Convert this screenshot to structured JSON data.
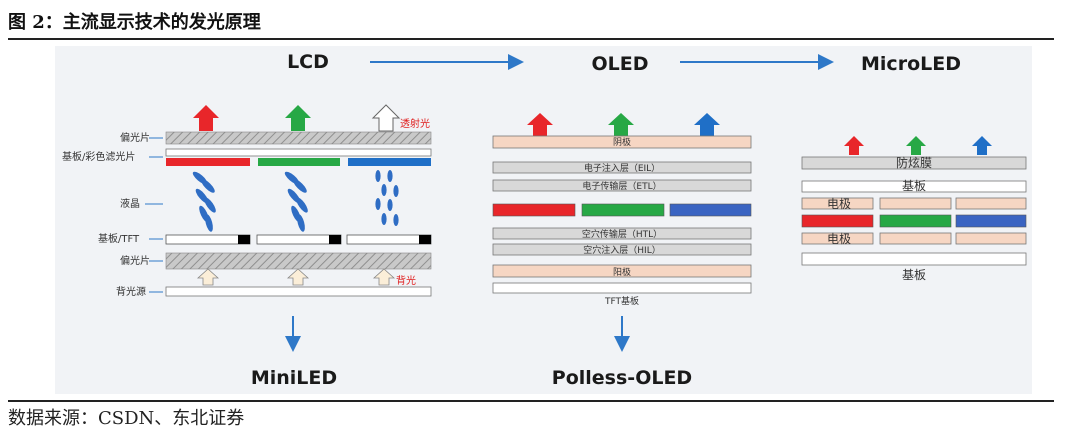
{
  "header": {
    "title": "图 2：主流显示技术的发光原理"
  },
  "footer": {
    "source": "数据来源：CSDN、东北证券"
  },
  "diagram": {
    "tech": {
      "lcd": "LCD",
      "oled": "OLED",
      "microled": "MicroLED",
      "miniled": "MiniLED",
      "polless": "Polless-OLED"
    },
    "lcd": {
      "polarizer_top": "偏光片",
      "substrate_cf": "基板/彩色滤光片",
      "liquid_crystal": "液晶",
      "substrate_tft": "基板/TFT",
      "polarizer_bottom": "偏光片",
      "backlight_source": "背光源",
      "transmitted_light": "透射光",
      "backlight": "背光"
    },
    "oled": {
      "cathode": "阴极",
      "eil": "电子注入层（EIL）",
      "etl": "电子传输层（ETL）",
      "htl": "空穴传输层（HTL）",
      "hil": "空穴注入层（HIL）",
      "anode": "阳极",
      "tft_substrate": "TFT基板"
    },
    "microled": {
      "anti_glare": "防炫膜",
      "substrate_top": "基板",
      "electrode_top": "电极",
      "electrode_bottom": "电极",
      "substrate_bottom": "基板"
    }
  },
  "colors": {
    "red": "#e8262a",
    "green": "#27a845",
    "blue": "#1f6fc7",
    "flow_arrow": "#2e78c8",
    "peach": "#f6d6c3",
    "gray_layer": "#d8d8d8"
  }
}
